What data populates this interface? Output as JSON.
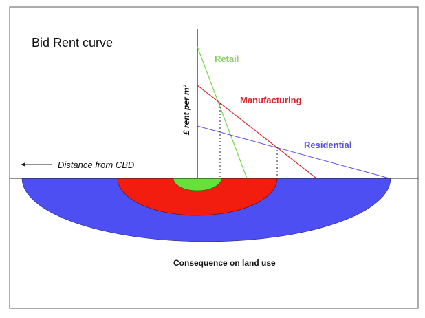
{
  "title": "Bid Rent curve",
  "y_axis_label": "£ rent per m²",
  "x_axis_label": "Distance from CBD",
  "caption": "Consequence on land use",
  "curves": [
    {
      "label": "Retail",
      "color": "#7ed957"
    },
    {
      "label": "Manufacturing",
      "color": "#d9262e"
    },
    {
      "label": "Residential",
      "color": "#5a4fe0"
    }
  ],
  "land_use_colors": {
    "retail_zone": "#66e03a",
    "manufacturing_zone": "#f21c0f",
    "residential_zone": "#4d4ff2"
  }
}
